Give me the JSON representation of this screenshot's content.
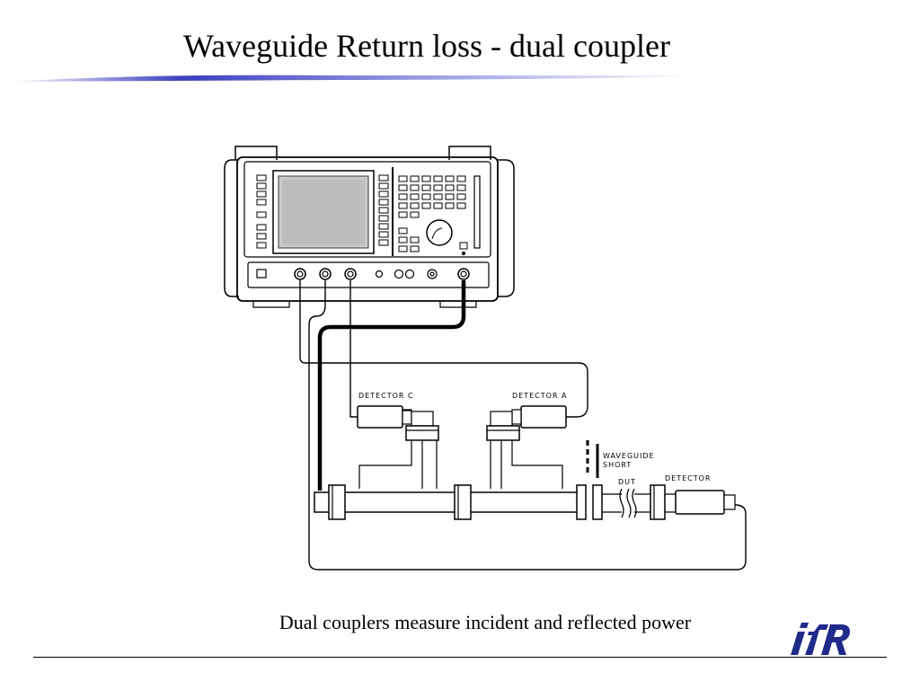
{
  "slide": {
    "title": "Waveguide Return loss - dual coupler",
    "caption": "Dual couplers measure incident and reflected power"
  },
  "diagram": {
    "labels": {
      "detector_c": "DETECTOR C",
      "detector_a": "DETECTOR A",
      "waveguide_short_line1": "WAVEGUIDE",
      "waveguide_short_line2": "SHORT",
      "dut": "DUT",
      "detector": "DETECTOR"
    }
  },
  "logo": {
    "text": "ifR",
    "color": "#1f2a8a"
  },
  "colors": {
    "title_rule": "#3b3fbf",
    "ink": "#000000"
  }
}
